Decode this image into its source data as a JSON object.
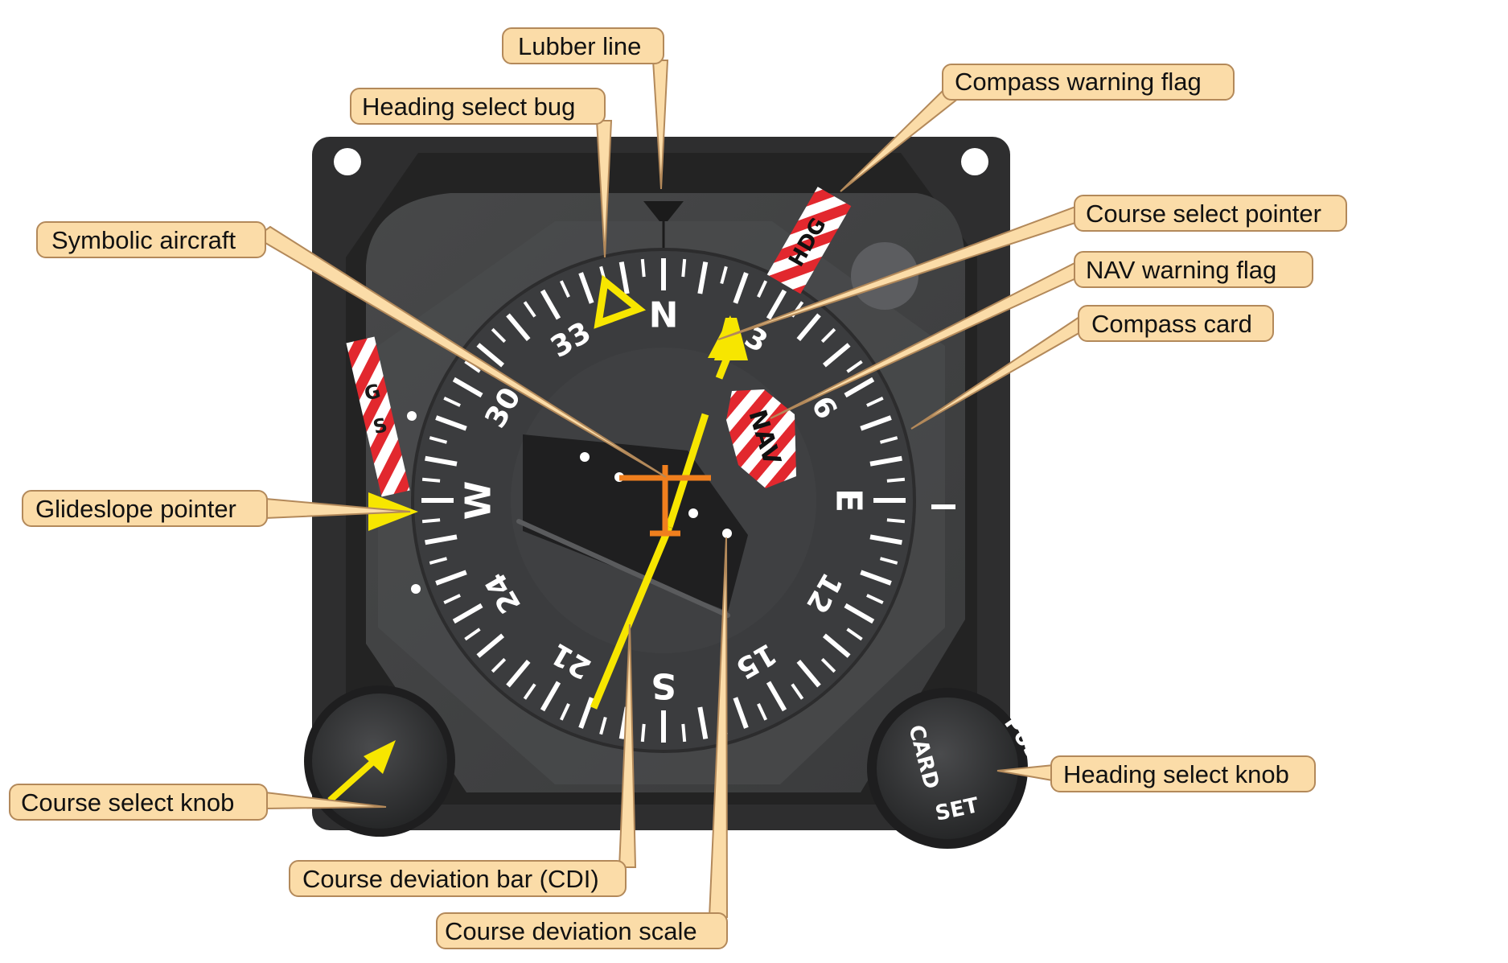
{
  "labels": {
    "lubber_line": "Lubber line",
    "heading_select_bug": "Heading select bug",
    "compass_warning_flag": "Compass warning flag",
    "course_select_pointer": "Course select pointer",
    "symbolic_aircraft": "Symbolic aircraft",
    "nav_warning_flag": "NAV warning flag",
    "compass_card": "Compass card",
    "glideslope_pointer": "Glideslope pointer",
    "course_select_knob": "Course select knob",
    "heading_select_knob": "Heading select knob",
    "course_deviation_bar": "Course deviation bar (CDI)",
    "course_deviation_scale": "Course deviation scale"
  },
  "compass": {
    "labels": [
      {
        "heading": 0,
        "text": "N"
      },
      {
        "heading": 30,
        "text": "3"
      },
      {
        "heading": 60,
        "text": "6"
      },
      {
        "heading": 90,
        "text": "E"
      },
      {
        "heading": 120,
        "text": "12"
      },
      {
        "heading": 150,
        "text": "15"
      },
      {
        "heading": 180,
        "text": "S"
      },
      {
        "heading": 210,
        "text": "21"
      },
      {
        "heading": 240,
        "text": "24"
      },
      {
        "heading": 270,
        "text": "W"
      },
      {
        "heading": 300,
        "text": "30"
      },
      {
        "heading": 330,
        "text": "33"
      }
    ]
  },
  "flags": {
    "hdg": "HDG",
    "nav": "NAV",
    "gs": "GS"
  },
  "knobs": {
    "push": "PUSH",
    "card": "CARD",
    "set": "SET"
  },
  "colors": {
    "bezel": "#2b2b2b",
    "face": "#3f4041",
    "card": "#3a3b3d",
    "callout_fill": "#fbdca8",
    "callout_stroke": "#b3895a",
    "pointer_yellow": "#f7e600",
    "aircraft_orange": "#f07f1e",
    "flag_red": "#e2282e"
  }
}
